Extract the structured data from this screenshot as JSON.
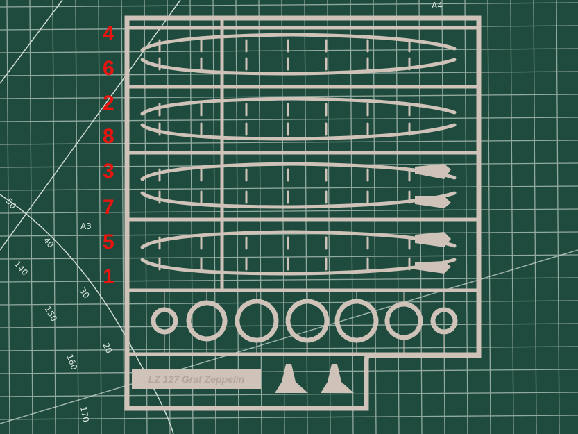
{
  "part_labels": [
    "4",
    "6",
    "2",
    "8",
    "3",
    "7",
    "5",
    "1"
  ],
  "sprue_name": "LZ 127 Graf Zeppelin",
  "mat_markings": {
    "sheet_a4": "A4",
    "sheet_a3": "A3",
    "n50": "50",
    "n40": "40",
    "n140": "140",
    "n30": "30",
    "n150": "150",
    "n20": "20",
    "n160": "160",
    "n170": "170"
  },
  "colors": {
    "mat": "#1e4b3d",
    "grid": "#c9d6cf",
    "plastic": "#cfc2b8",
    "label": "#e8150f"
  }
}
